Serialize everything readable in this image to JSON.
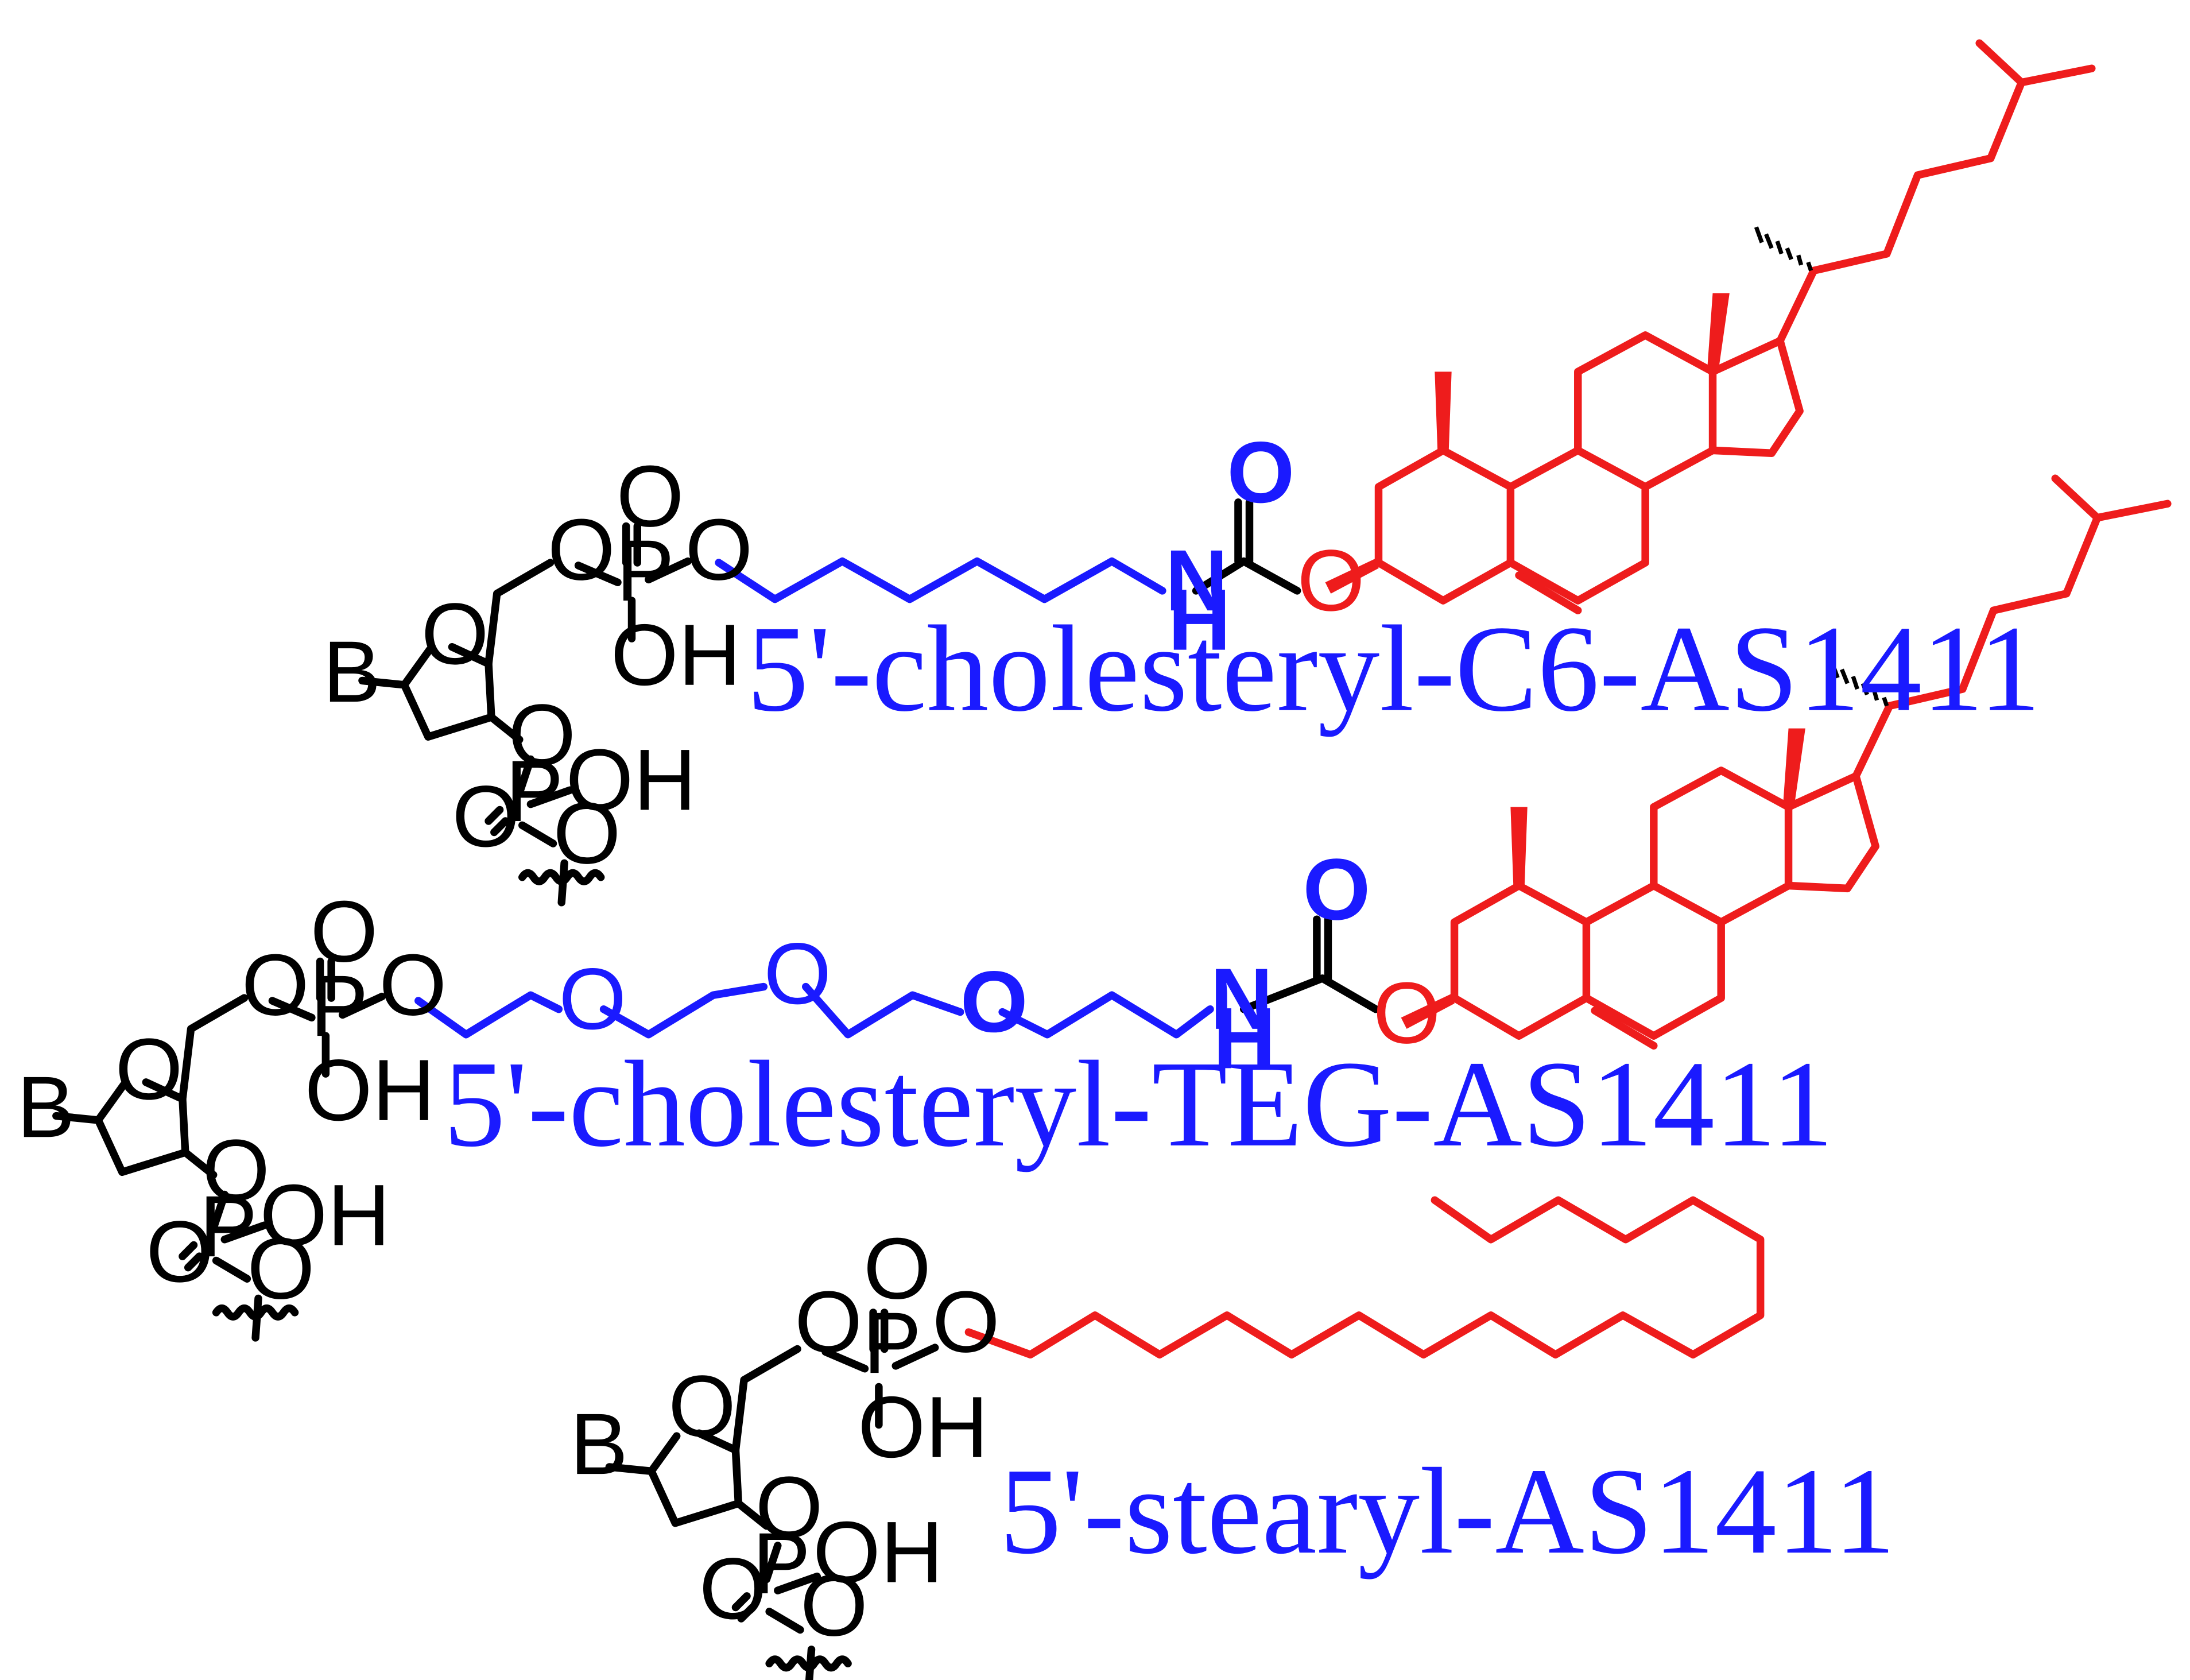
{
  "colors": {
    "backbone": "#000000",
    "linker": "#1a1aff",
    "lipid": "#ee1c1c"
  },
  "atoms": {
    "oxygen": "O",
    "phosphorus": "P",
    "hydroxyl": "OH",
    "base": "B",
    "nitrogen": "N",
    "hydrogen": "H"
  },
  "compounds": [
    {
      "id": "c6",
      "caption": "5'-cholesteryl-C6-AS1411"
    },
    {
      "id": "teg",
      "caption": "5'-cholesteryl-TEG-AS1411"
    },
    {
      "id": "stearyl",
      "caption": "5'-stearyl-AS1411"
    }
  ]
}
